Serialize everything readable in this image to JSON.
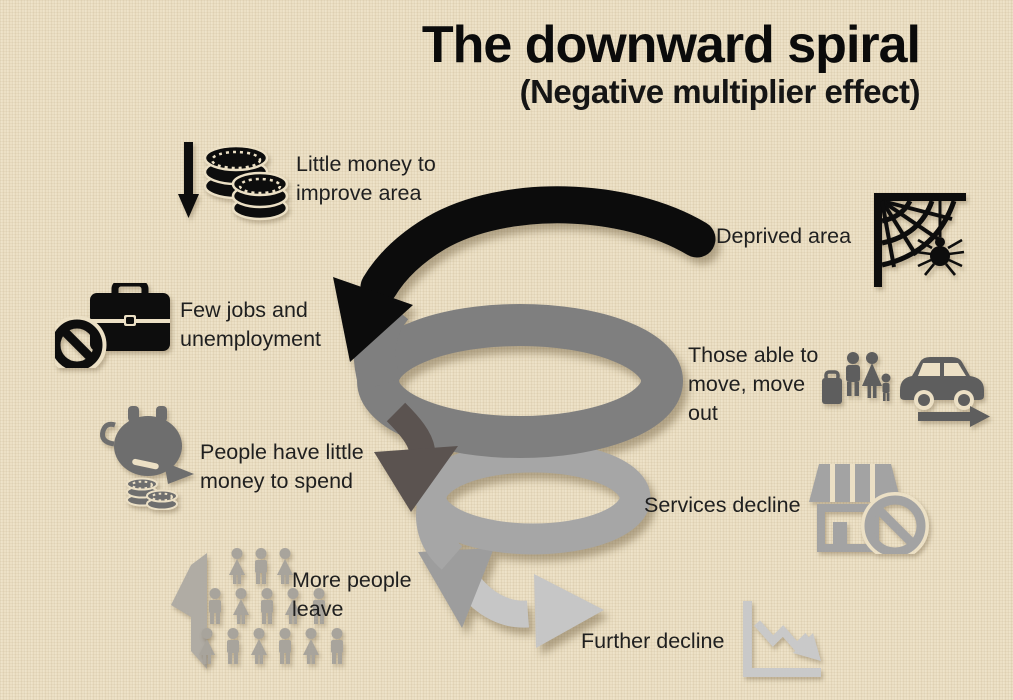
{
  "title": {
    "main": "The downward spiral",
    "subtitle": "(Negative multiplier effect)"
  },
  "stages": [
    {
      "name": "little-money",
      "icon": "coins-decline-icon",
      "lines": [
        "Little money to",
        "improve area"
      ]
    },
    {
      "name": "deprived-area",
      "icon": "spider-web-icon",
      "lines": [
        "Deprived area"
      ]
    },
    {
      "name": "few-jobs",
      "icon": "no-jobs-briefcase-icon",
      "lines": [
        "Few jobs and",
        "unemployment"
      ]
    },
    {
      "name": "move-out",
      "icon": "family-car-moving-icon",
      "lines": [
        "Those able to",
        "move, move",
        "out"
      ]
    },
    {
      "name": "little-spend",
      "icon": "piggy-bank-icon",
      "lines": [
        "People have little",
        "money to spend"
      ]
    },
    {
      "name": "services-decline",
      "icon": "store-closed-icon",
      "lines": [
        "Services decline"
      ]
    },
    {
      "name": "more-people-leave",
      "icon": "crowd-leaving-icon",
      "lines": [
        "More people",
        "leave"
      ]
    },
    {
      "name": "further-decline",
      "icon": "declining-chart-icon",
      "lines": [
        "Further decline"
      ]
    }
  ],
  "spiral": {
    "direction": "downward",
    "shades": [
      "#0c0c0c",
      "#7f7f7f",
      "#5b5350",
      "#a6a6a6",
      "#9d9d9d",
      "#c6c6c6"
    ]
  },
  "colors": {
    "background": "#ece0c5",
    "text": "#1f1f1f",
    "icon_black": "#0d0d0d",
    "icon_dark_gray": "#5e5e5e",
    "icon_mid_gray": "#6e6e6e",
    "icon_gray": "#a3a3a3",
    "icon_light_gray": "#c9c9c9"
  }
}
